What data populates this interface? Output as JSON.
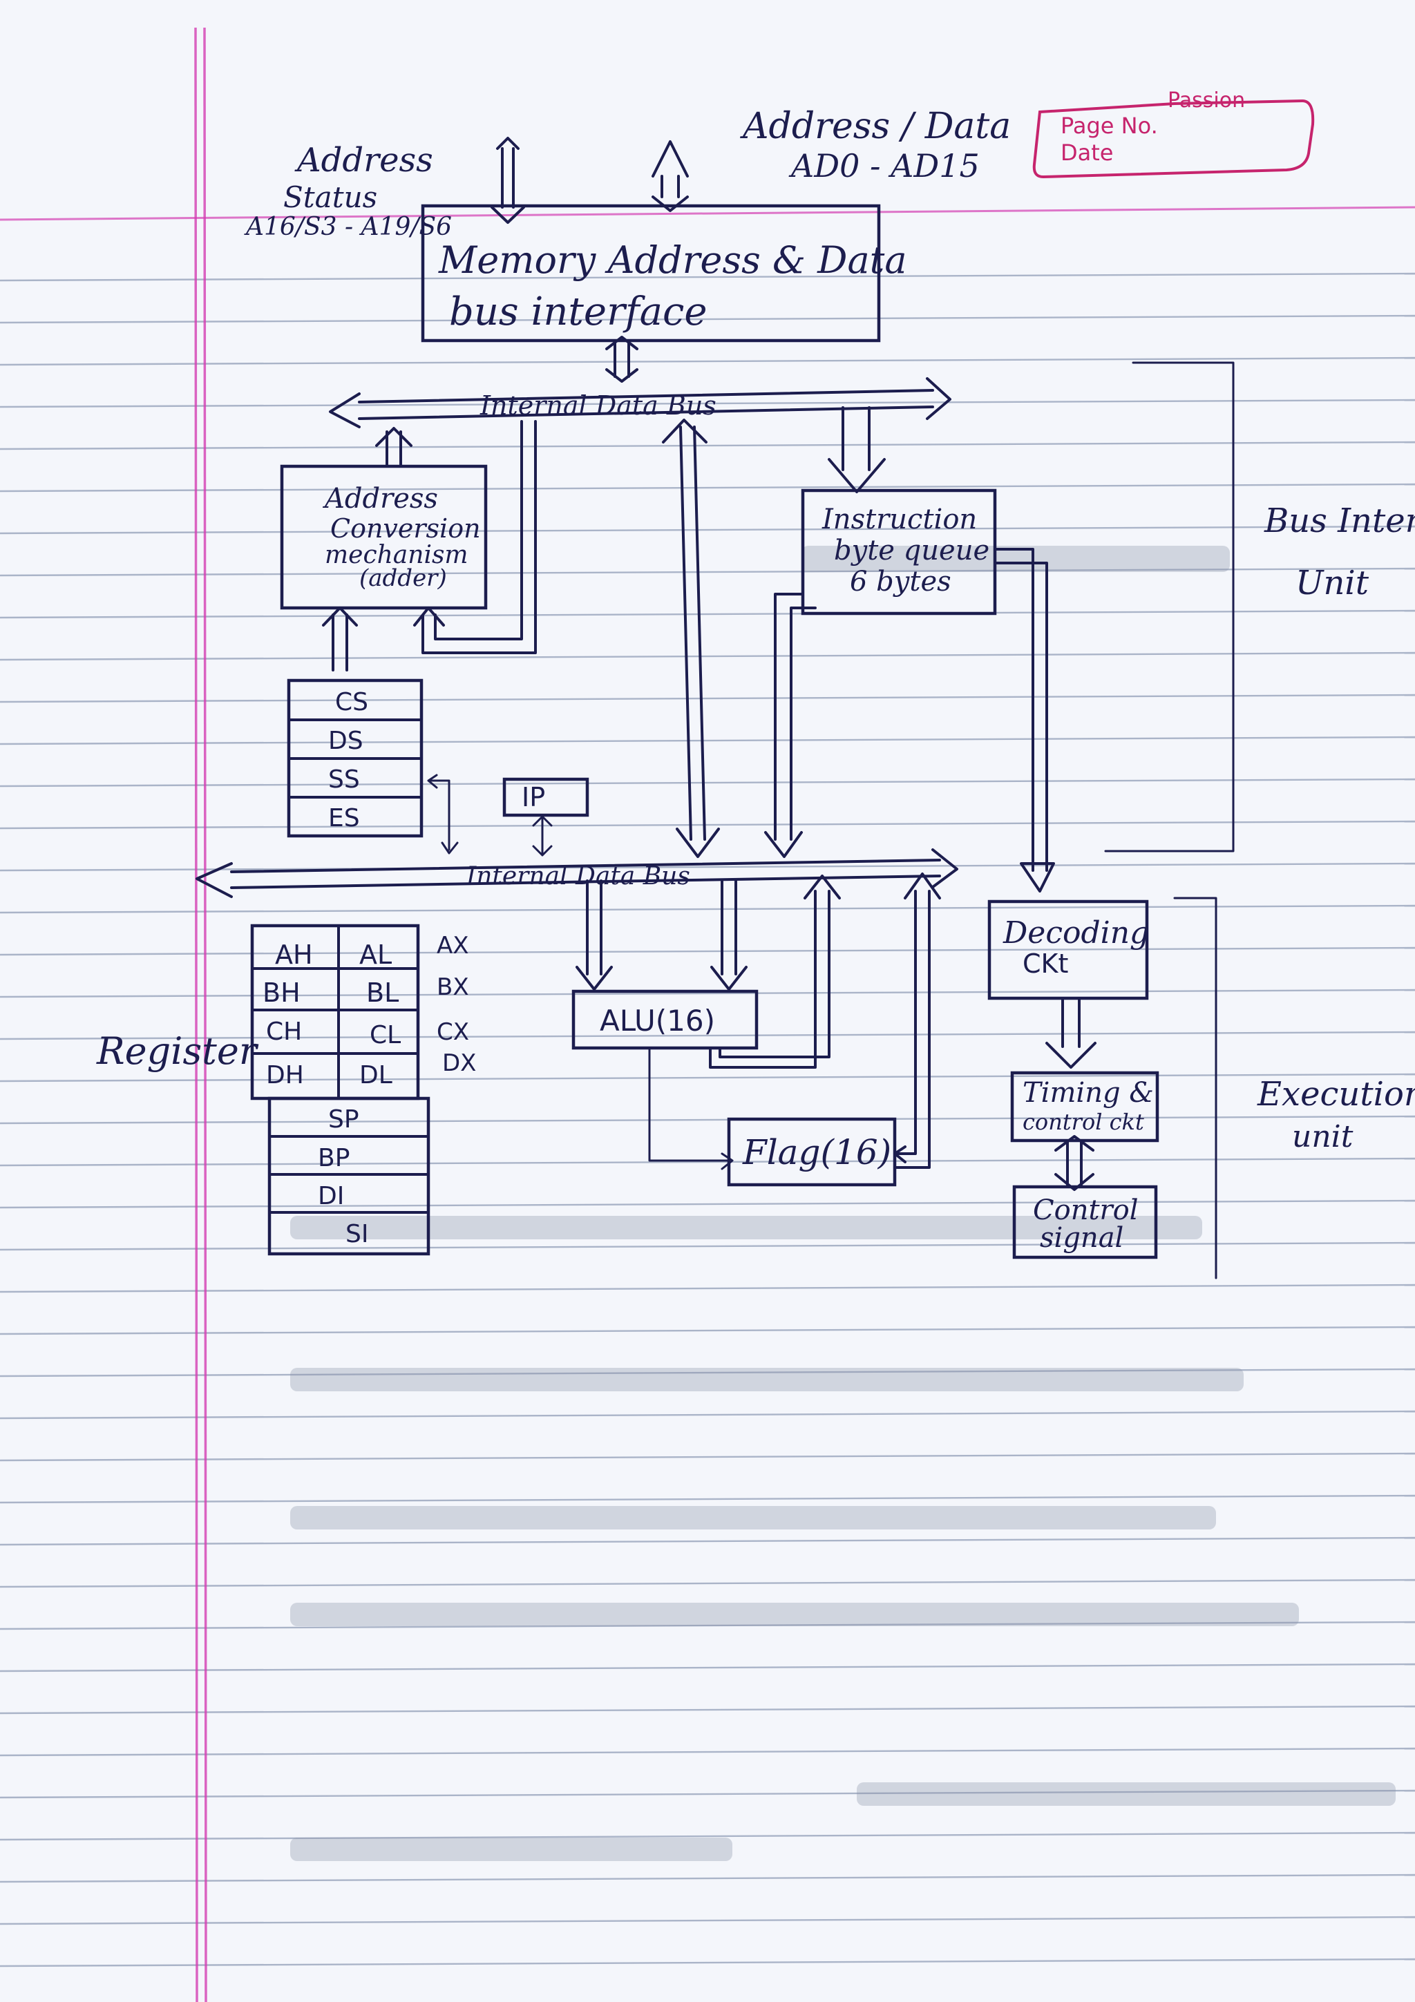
{
  "notebook": {
    "brand": "Passion",
    "page_no_label": "Page No.",
    "date_label": "Date"
  },
  "diagram": {
    "top_labels": {
      "address_status_line1": "Address",
      "address_status_line2": "Status",
      "address_status_line3": "A16/S3 - A19/S6",
      "address_data_line1": "Address / Data",
      "address_data_line2": "AD0 - AD15"
    },
    "bus_interface_box": {
      "line1": "Memory Address & Data",
      "line2": "bus interface"
    },
    "internal_bus_top": "Internal Data Bus",
    "internal_bus_bottom": "Internal Data Bus",
    "address_conversion": {
      "line1": "Address",
      "line2": "Conversion",
      "line3": "mechanism",
      "line4": "(adder)"
    },
    "segment_registers": [
      "CS",
      "DS",
      "SS",
      "ES"
    ],
    "ip_label": "IP",
    "instruction_queue": {
      "line1": "Instruction",
      "line2": "byte queue",
      "line3": "6 bytes"
    },
    "general_registers": {
      "rows": [
        {
          "high": "AH",
          "low": "AL",
          "pair": "AX"
        },
        {
          "high": "BH",
          "low": "BL",
          "pair": "BX"
        },
        {
          "high": "CH",
          "low": "CL",
          "pair": "CX"
        },
        {
          "high": "DH",
          "low": "DL",
          "pair": "DX"
        }
      ],
      "pointer_index": [
        "SP",
        "BP",
        "DI",
        "SI"
      ],
      "group_label": "Register"
    },
    "alu": "ALU(16)",
    "flag": "Flag(16)",
    "decoding": {
      "line1": "Decoding",
      "line2": "CKt"
    },
    "timing": {
      "line1": "Timing &",
      "line2": "control ckt"
    },
    "control_signal": {
      "line1": "Control",
      "line2": "signal"
    },
    "side_labels": {
      "biu_line1": "Bus Interface",
      "biu_line2": "Unit",
      "eu_line1": "Execution",
      "eu_line2": "unit"
    }
  }
}
